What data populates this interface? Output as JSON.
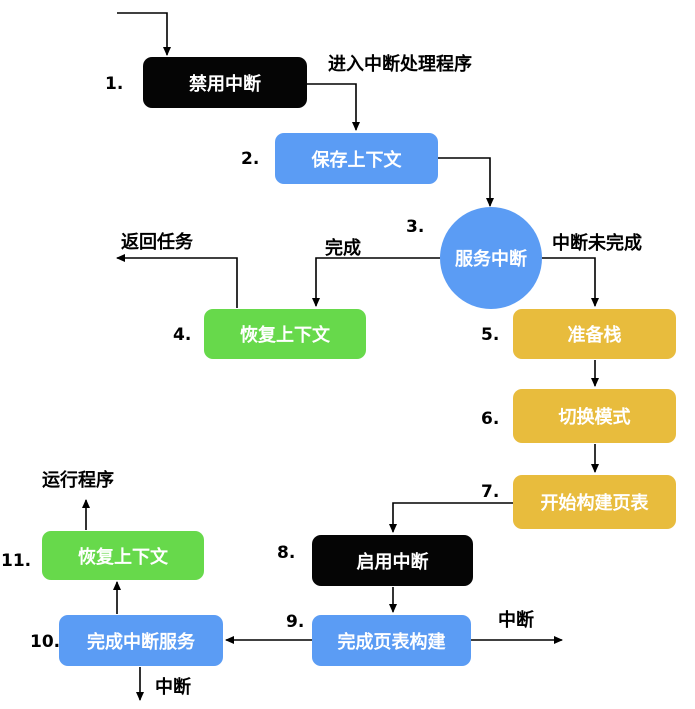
{
  "colors": {
    "black": "#050505",
    "blue": "#5b9cf4",
    "green": "#67d94b",
    "yellow": "#e8bc3d",
    "arrow": "#000000"
  },
  "nodes": {
    "n1": {
      "num": "1.",
      "text": "禁用中断",
      "color": "black"
    },
    "n2": {
      "num": "2.",
      "text": "保存上下文",
      "color": "blue"
    },
    "n3": {
      "num": "3.",
      "text": "服务中断",
      "color": "blue"
    },
    "n4": {
      "num": "4.",
      "text": "恢复上下文",
      "color": "green"
    },
    "n5": {
      "num": "5.",
      "text": "准备栈",
      "color": "yellow"
    },
    "n6": {
      "num": "6.",
      "text": "切换模式",
      "color": "yellow"
    },
    "n7": {
      "num": "7.",
      "text": "开始构建页表",
      "color": "yellow"
    },
    "n8": {
      "num": "8.",
      "text": "启用中断",
      "color": "black"
    },
    "n9": {
      "num": "9.",
      "text": "完成页表构建",
      "color": "blue"
    },
    "n10": {
      "num": "10.",
      "text": "完成中断服务",
      "color": "blue"
    },
    "n11": {
      "num": "11.",
      "text": "恢复上下文",
      "color": "green"
    }
  },
  "labels": {
    "enter_handler": "进入中断处理程序",
    "return_task": "返回任务",
    "done": "完成",
    "not_done": "中断未完成",
    "run_program": "运行程序",
    "interrupt_right": "中断",
    "interrupt_bottom": "中断"
  }
}
